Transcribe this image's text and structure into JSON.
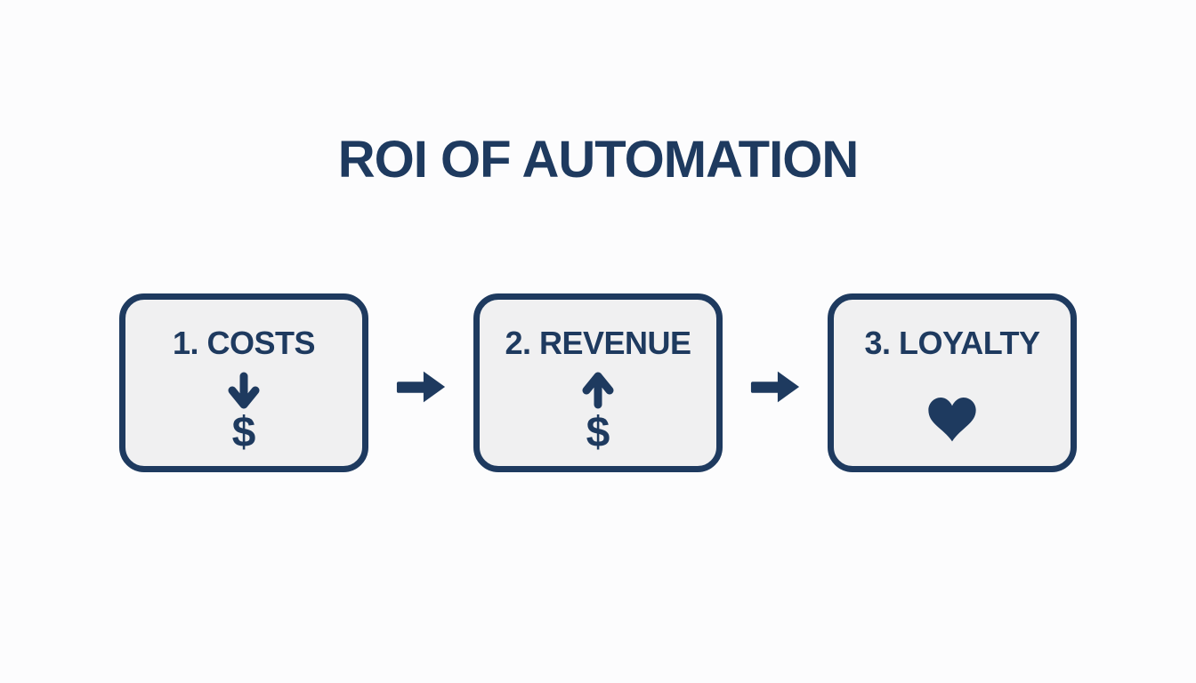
{
  "title": "ROI OF AUTOMATION",
  "colors": {
    "navy": "#1e3a5f",
    "box_fill": "#f0f0f1",
    "background": "#fcfcfd"
  },
  "steps": [
    {
      "label": "1. COSTS",
      "icon": "arrow-down-icon",
      "symbol": "$"
    },
    {
      "label": "2. REVENUE",
      "icon": "arrow-up-icon",
      "symbol": "$"
    },
    {
      "label": "3. LOYALTY",
      "icon": "heart-icon",
      "symbol": ""
    }
  ],
  "connector_icon": "arrow-right-icon"
}
